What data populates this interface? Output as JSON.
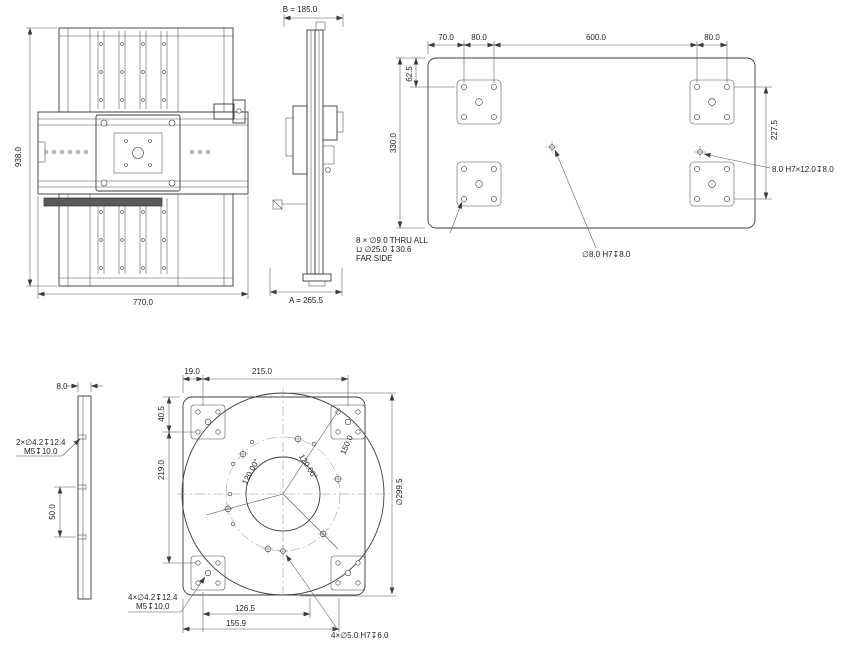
{
  "drawing": {
    "colors": {
      "line": "#3b3b3b",
      "background": "#ffffff"
    },
    "front_view": {
      "dim_height": "938.0",
      "dim_width": "770.0"
    },
    "side_view": {
      "dim_b": "B = 185.0",
      "dim_a": "A = 265.5"
    },
    "base_plate": {
      "dim_70": "70.0",
      "dim_80a": "80.0",
      "dim_600": "600.0",
      "dim_80b": "80.0",
      "dim_62_5": "62.5",
      "dim_330": "330.0",
      "dim_227_5": "227.5",
      "note_dowel_right": "8.0 H7×12.0↧8.0",
      "note_cbore_1": "8 × ∅9.0 THRU ALL",
      "note_cbore_2": "⊔ ∅25.0  ↧30.6",
      "note_cbore_3": "FAR SIDE",
      "note_dowel_center": "∅8.0 H7↧8.0"
    },
    "adapter_side": {
      "dim_thickness": "8.0",
      "dim_50": "50.0",
      "note_tap_1": "2×∅4.2↧12.4",
      "note_tap_2": "M5↧10.0"
    },
    "adapter_plate": {
      "dim_19": "19.0",
      "dim_215": "215.0",
      "dim_40_5": "40.5",
      "dim_219": "219.0",
      "dim_150": "150.0",
      "angle_a": "120.00°",
      "angle_b": "120.00°",
      "dim_dia": "∅299.5",
      "dim_126_5": "126.5",
      "dim_155_9": "155.9",
      "note_tap_1": "4×∅4.2↧12.4",
      "note_tap_2": "M5↧10.0",
      "note_dowel": "4×∅5.0 H7↧6.0"
    }
  }
}
